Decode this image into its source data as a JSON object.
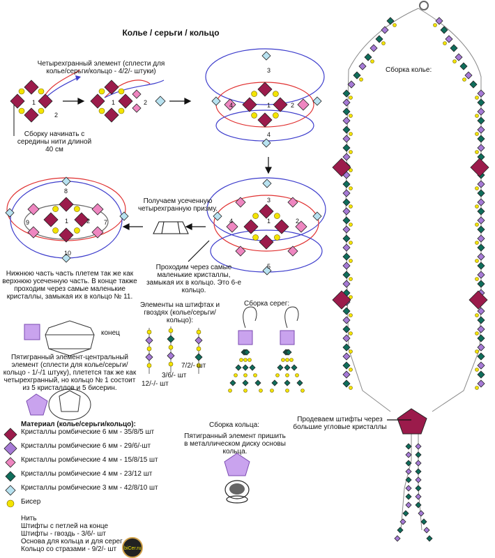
{
  "title": "Колье / серьги / кольцо",
  "steps": {
    "four_element_title": "Четырехгранный элемент (сплести для колье/серьги/кольцо - 4/2/- штуки)",
    "start_note": "Сборку начинать с середины нити длиной 40 см",
    "prism_note": "Получаем усеченную четырехгранную призму.",
    "ring6_note": "Проходим через самые маленькие кристаллы, замыкая их в кольцо. Это 6-е кольцо.",
    "bottom_note": "Нижнюю часть часть плетем так же как верхнюю усеченную часть. В конце также проходим через самые маленькие кристаллы, замыкая их в кольцо № 11.",
    "end_label": "конец",
    "five_element_note": "Пятигранный элемент-центральный элемент (сплести для колье/серьги/кольцо - 1/-/1 штуку), плетется так же как четырехгранный, но кольцо № 1 состоит из 5 кристаллов и 5 бисерин."
  },
  "ring_numbers": {
    "s1": [
      "1",
      "2"
    ],
    "s2": [
      "1",
      "2"
    ],
    "s3": [
      "3",
      "4",
      "1",
      "2",
      "4"
    ],
    "s4": [
      "3",
      "4",
      "1",
      "2",
      "5"
    ],
    "s5": [
      "8",
      "9",
      "1",
      "2",
      "7",
      "10"
    ]
  },
  "pins": {
    "title": "Элементы на штифтах и гвоздях (колье/серьги/кольцо):",
    "c1": "12/-/- шт",
    "c2": "3/6/- шт",
    "c3": "7/2/- шт"
  },
  "earrings_title": "Сборка серег:",
  "ring_title": "Сборка кольца:",
  "ring_note": "Пятигранный элемент пришить в металлическом диску основы кольца.",
  "necklace_title": "Сборка колье:",
  "necklace_note": "Продеваем штифты через большие угловые кристаллы",
  "materials": {
    "heading": "Материал (колье/серьги/кольцо):",
    "items": [
      {
        "label": "Кристаллы ромбические 6 мм - 35/8/5 шт",
        "color": "#9b1b4b"
      },
      {
        "label": "Кристаллы ромбические 6 мм - 29/6/-шт",
        "color": "#a67ad6"
      },
      {
        "label": "Кристаллы ромбические 4 мм - 15/8/15 шт",
        "color": "#ee86c0"
      },
      {
        "label": "Кристаллы ромбические 4 мм - 23/12 шт",
        "color": "#0f6d5b"
      },
      {
        "label": "Кристаллы ромбические 3 мм - 42/8/10 шт",
        "color": "#b8e2f0"
      },
      {
        "label": "Бисер",
        "color": "#f3e400"
      }
    ],
    "extras": [
      "Нить",
      "Штифты с петлей на конце",
      "Штифты - гвоздь - 3/6/- шт",
      "Основа для кольца и для серег",
      "Кольцо со стразами - 9/2/- шт"
    ]
  },
  "logo_text": "biCer.ru",
  "colors": {
    "dark_crystal": "#9b1b4b",
    "violet_crystal": "#a67ad6",
    "pink_crystal": "#ee86c0",
    "teal_crystal": "#0f6d5b",
    "blue_crystal": "#b8e2f0",
    "bead": "#f3e400",
    "thread_red": "#e03030",
    "thread_blue": "#3c3ccc"
  }
}
